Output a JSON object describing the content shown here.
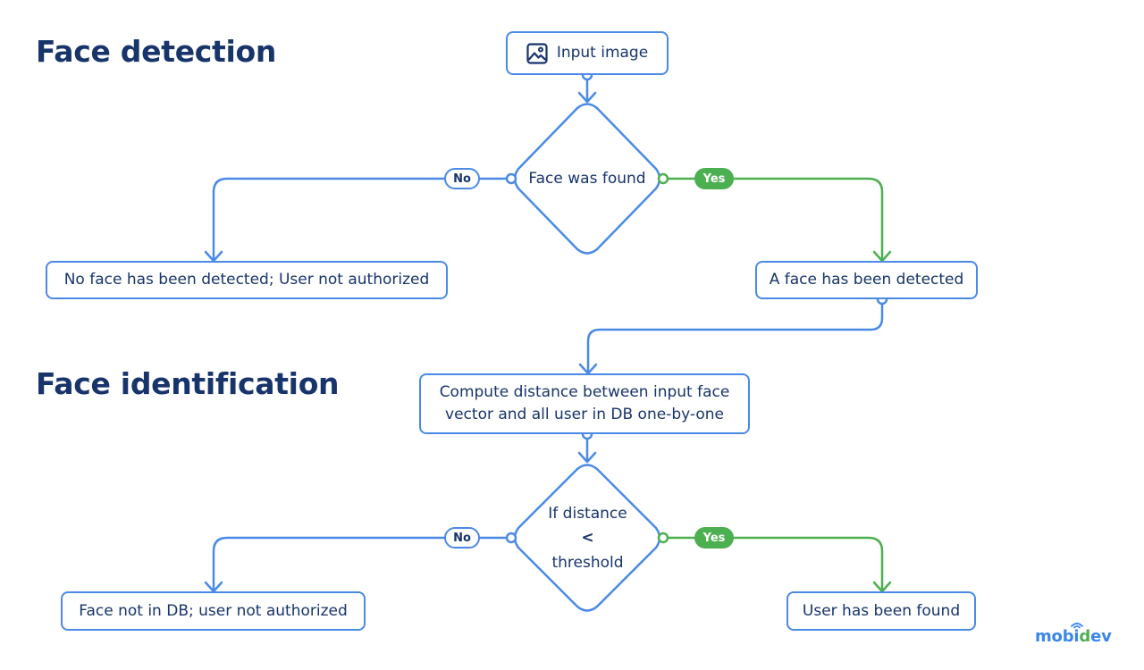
{
  "sections": {
    "detection_title": "Face detection",
    "identification_title": "Face identification"
  },
  "nodes": {
    "input": "Input image",
    "no_face": "No face has been detected; User not authorized",
    "face_detected": "A face has been detected",
    "compute": "Compute distance between input face vector and all user in DB one-by-one",
    "not_in_db": "Face not in DB; user not authorized",
    "user_found": "User has been found"
  },
  "decisions": {
    "face_found": "Face was found",
    "distance_line1": "If distance",
    "distance_line2": "<",
    "distance_line3": "threshold"
  },
  "branches": {
    "no": "No",
    "yes": "Yes"
  },
  "logo": {
    "part1": "mobi",
    "part2": "d",
    "part3": "ev"
  },
  "colors": {
    "blue": "#4a8ae6",
    "green": "#4caf50",
    "text": "#17346b"
  },
  "icons": {
    "input": "image-icon",
    "logo": "wifi-signal-icon"
  }
}
